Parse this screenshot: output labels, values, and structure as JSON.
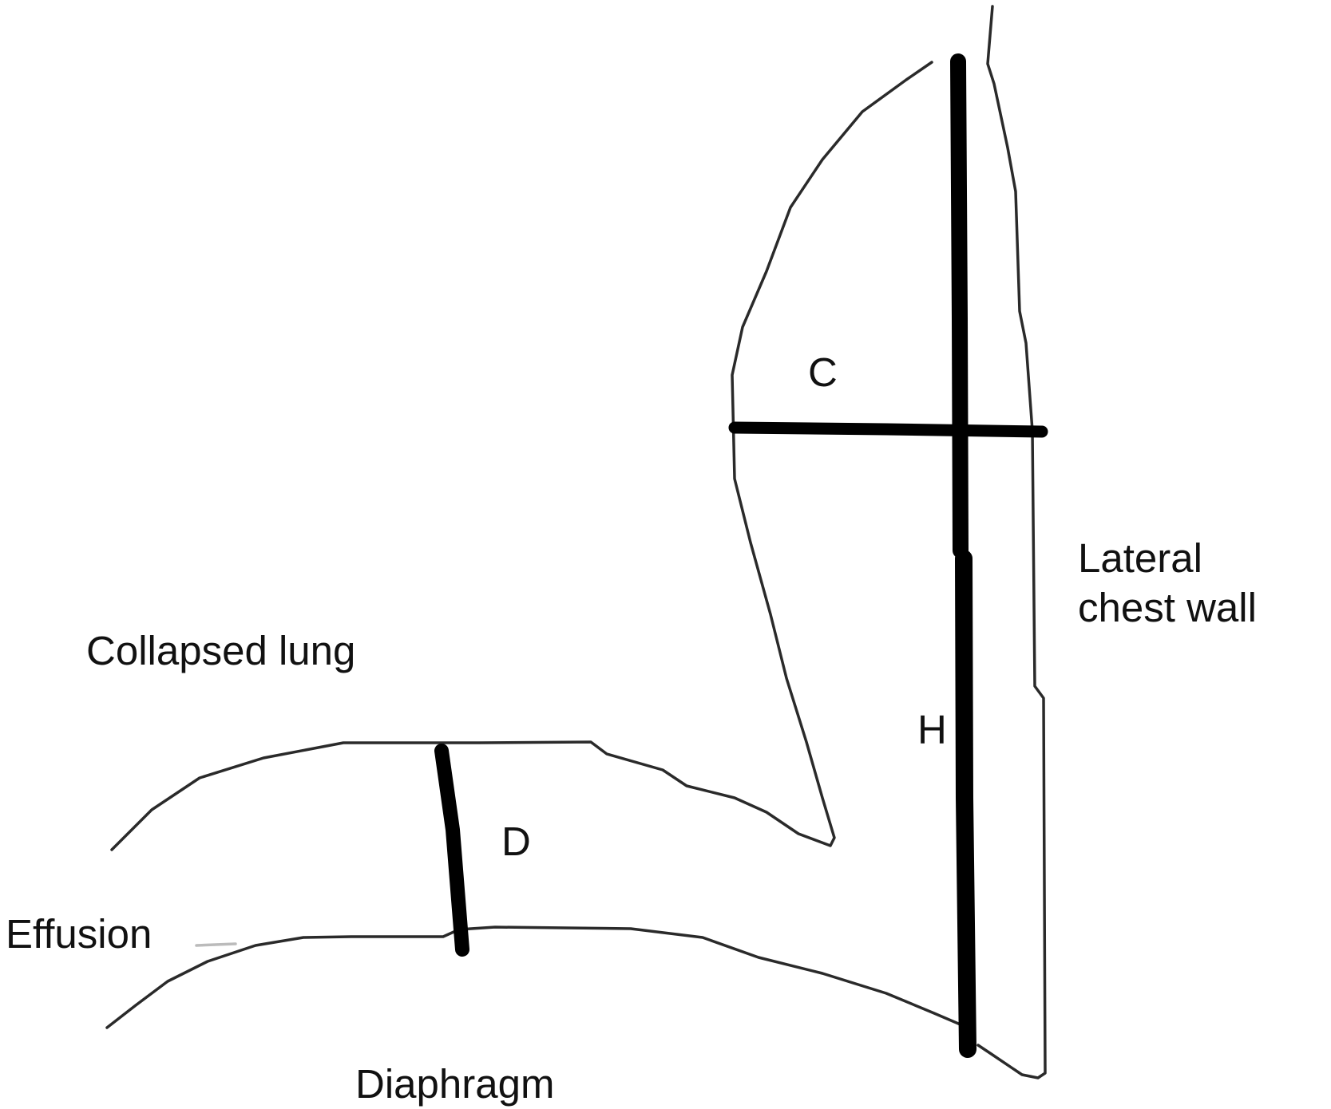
{
  "labels": {
    "c": "C",
    "lateral_line1": "Lateral",
    "lateral_line2": "chest wall",
    "collapsed_lung": "Collapsed lung",
    "h": "H",
    "d": "D",
    "effusion": "Effusion",
    "diaphragm": "Diaphragm"
  },
  "colors": {
    "outline": "#2a2a2a",
    "measure": "#000000",
    "text": "#111111",
    "background": "#ffffff"
  }
}
